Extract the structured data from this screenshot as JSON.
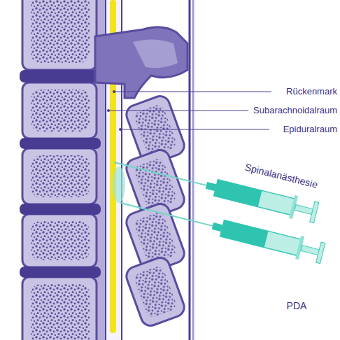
{
  "diagram": {
    "labels": [
      "Rückenmark",
      "Subarachnoidalraum",
      "Epiduralraum",
      "Spinalanästhesie",
      "PDA"
    ]
  }
}
